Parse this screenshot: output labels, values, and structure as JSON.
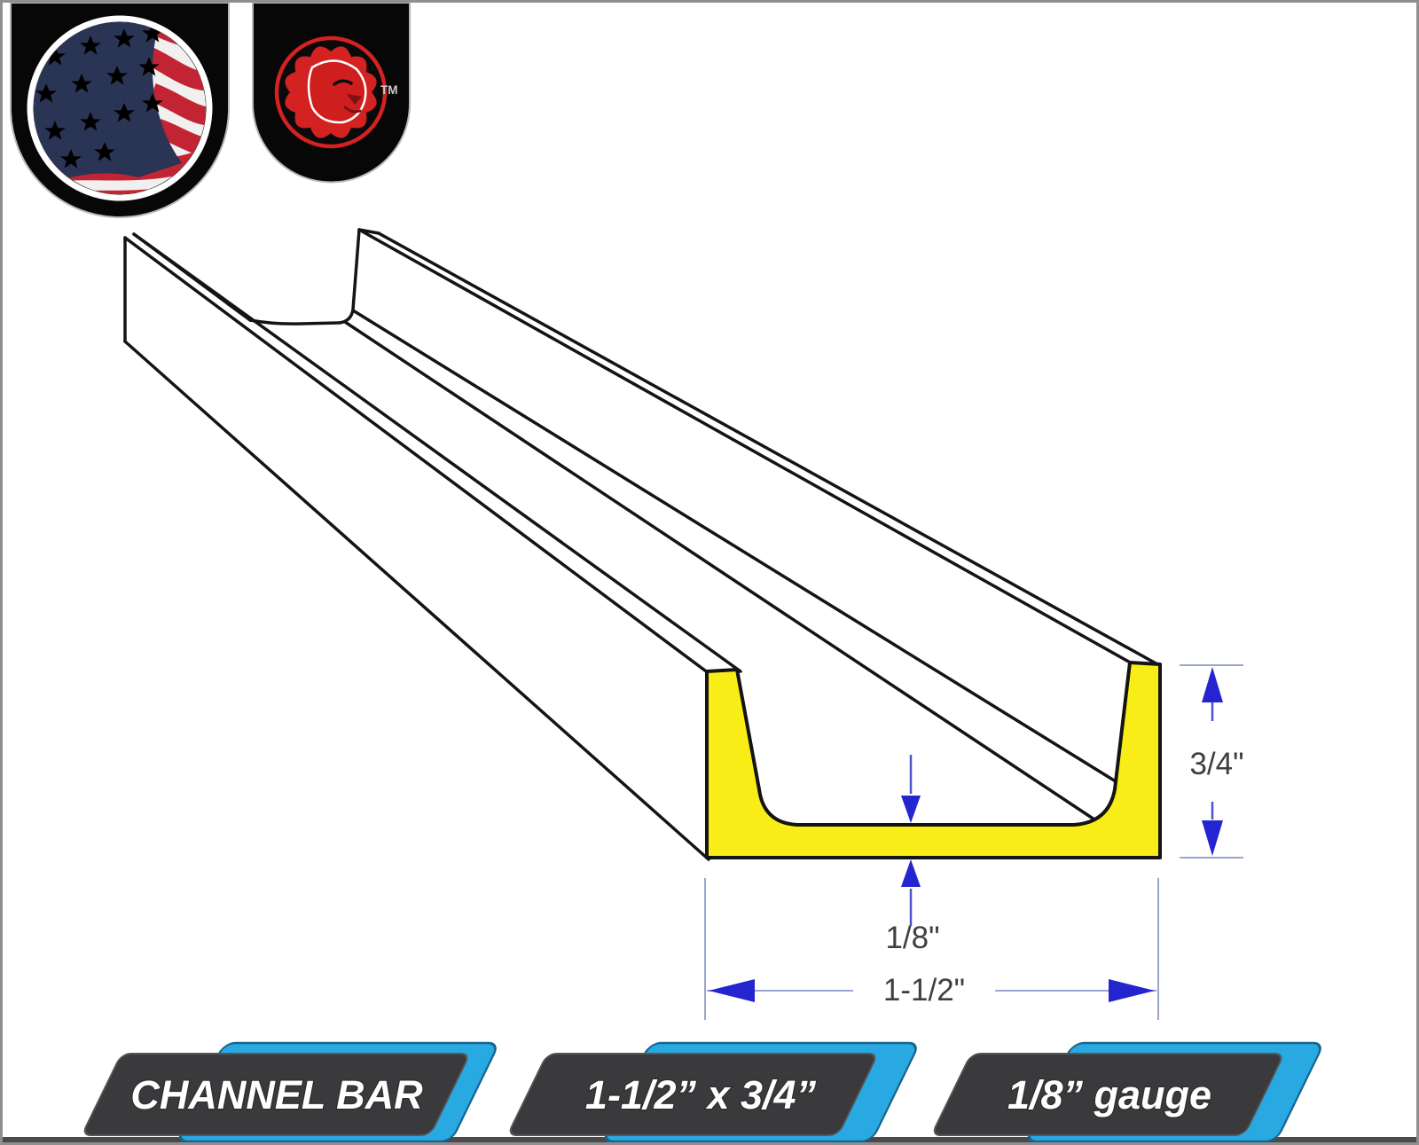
{
  "colors": {
    "border_gray": "#8f8f8f",
    "bottom_bar": "#4a4a4c",
    "line_black": "#141414",
    "section_yellow": "#F8ED16",
    "arrow_blue": "#2424D0",
    "stem_blue": "#4a55cc",
    "ext_blue": "#9aa6cf",
    "dim_text": "#3f3f3f",
    "banner_blue": "#29A9E1",
    "banner_blue_edge": "#17648f",
    "banner_dark": "#3A3A3C",
    "banner_dark_edge": "#55565a",
    "banner_text": "#ffffff",
    "banner_text_edge": "#2d2d2f",
    "flag_navy": "#2A3454",
    "flag_red": "#C22433",
    "flag_white": "#F2F0EE",
    "lion_red": "#D42121",
    "lion_dark_red": "#7c1012",
    "badge_black": "#070707",
    "badge_edge": "#b7b7b7",
    "ring_white": "#ffffff",
    "tm_gray": "#c9cacc"
  },
  "badges": {
    "lion_trademark": "TM"
  },
  "drawing": {
    "part_name": "channel bar",
    "section_shape": "U-channel cross-section highlighted yellow"
  },
  "dimensions": {
    "height": "3/4\"",
    "thickness": "1/8\"",
    "width": "1-1/2\""
  },
  "banners": [
    {
      "label": "CHANNEL BAR"
    },
    {
      "label": "1-1/2” x 3/4”"
    },
    {
      "label": "1/8” gauge"
    }
  ]
}
